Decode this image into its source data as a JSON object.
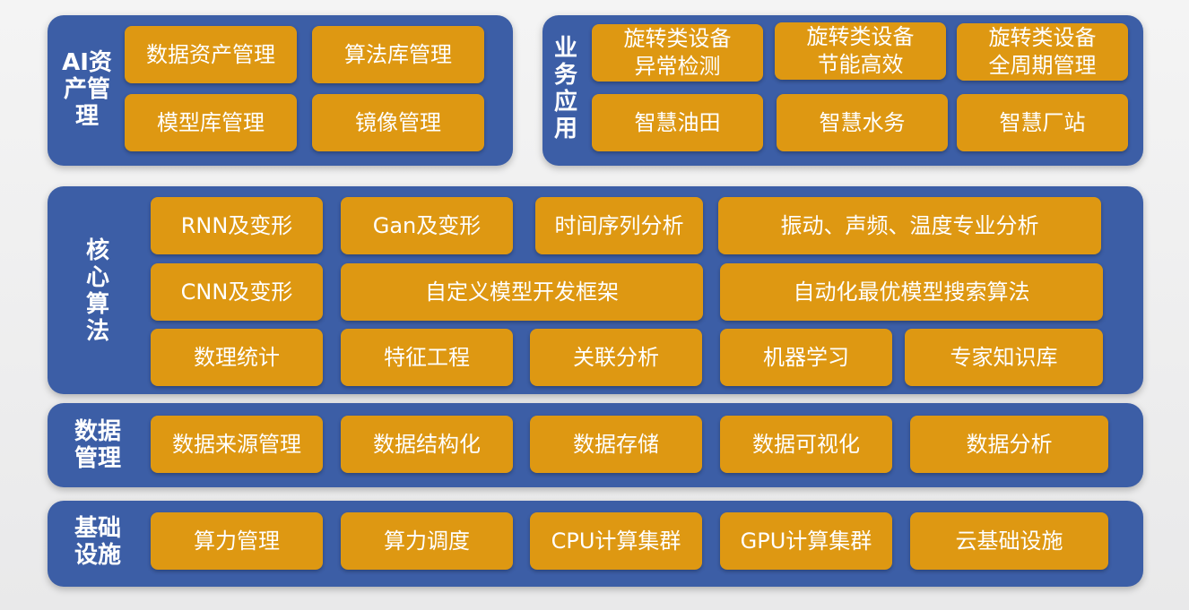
{
  "ai_asset": {
    "title": "AI资产管理",
    "items": [
      "数据资产管理",
      "算法库管理",
      "模型库管理",
      "镜像管理"
    ]
  },
  "business": {
    "title": "业务应用",
    "items": [
      {
        "line1": "旋转类设备",
        "line2": "异常检测"
      },
      {
        "line1": "旋转类设备",
        "line2": "节能高效"
      },
      {
        "line1": "旋转类设备",
        "line2": "全周期管理"
      },
      {
        "line1": "智慧油田"
      },
      {
        "line1": "智慧水务"
      },
      {
        "line1": "智慧厂站"
      }
    ]
  },
  "core": {
    "title": "核心算法",
    "items": [
      "RNN及变形",
      "Gan及变形",
      "时间序列分析",
      "振动、声频、温度专业分析",
      "CNN及变形",
      "自定义模型开发框架",
      "自动化最优模型搜索算法",
      "数理统计",
      "特征工程",
      "关联分析",
      "机器学习",
      "专家知识库"
    ]
  },
  "data_mgmt": {
    "title": "数据管理",
    "items": [
      "数据来源管理",
      "数据结构化",
      "数据存储",
      "数据可视化",
      "数据分析"
    ]
  },
  "infra": {
    "title": "基础设施",
    "items": [
      "算力管理",
      "算力调度",
      "CPU计算集群",
      "GPU计算集群",
      "云基础设施"
    ]
  },
  "colors": {
    "panel": "#3c5ea6",
    "box": "#de9812",
    "text": "#ffffff"
  }
}
